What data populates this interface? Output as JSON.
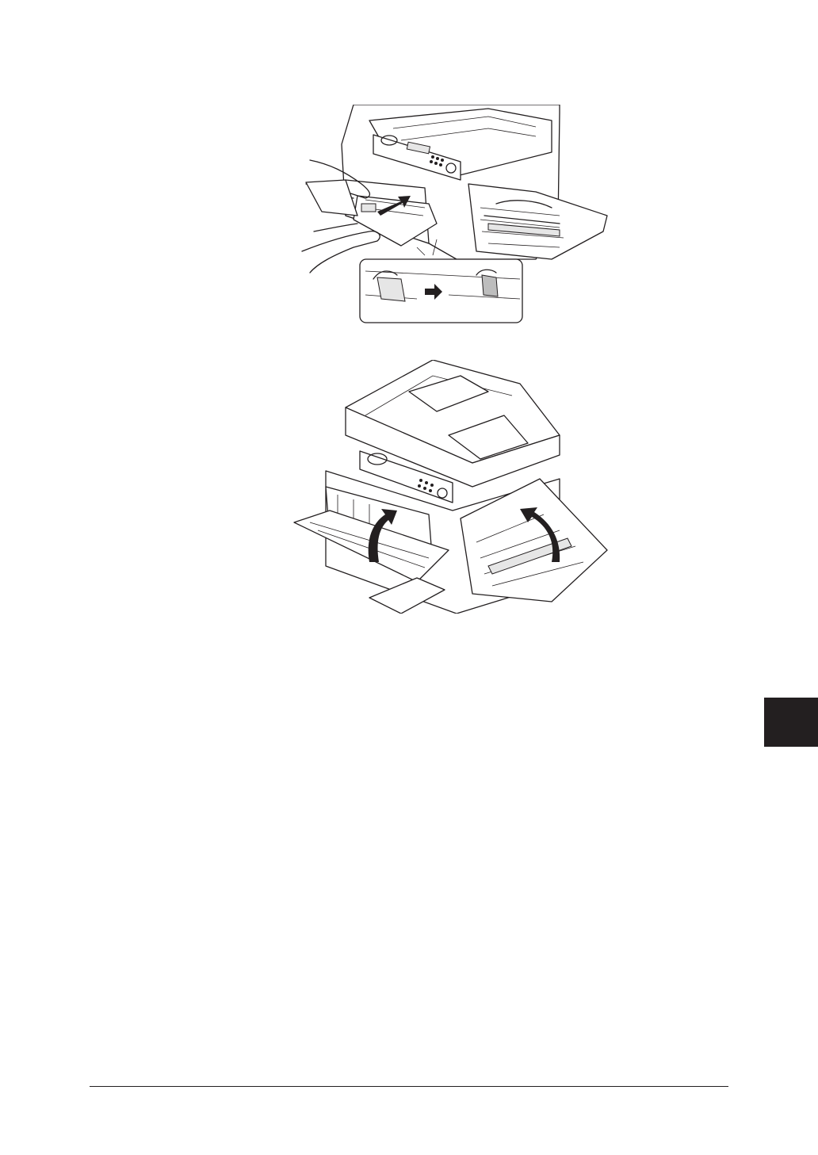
{
  "figures": [
    {
      "id": "top",
      "icon": "toner-cartridge-insertion-illustration"
    },
    {
      "id": "bottom",
      "icon": "close-covers-illustration"
    }
  ],
  "chapter_tab": {
    "color": "#231f20"
  },
  "footer": {
    "rule_color": "#231f20"
  }
}
